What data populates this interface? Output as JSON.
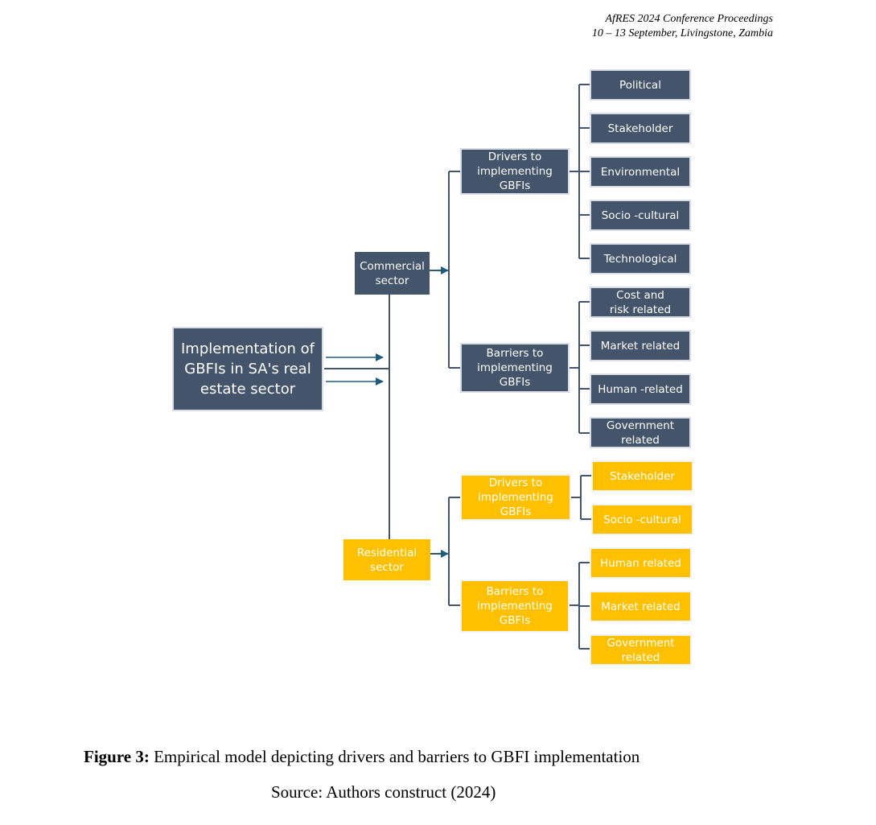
{
  "header": {
    "line1": "AfRES 2024 Conference Proceedings",
    "line2": "10 – 13 September, Livingstone, Zambia"
  },
  "diagram": {
    "root": "Implementation of GBFIs in SA's real estate sector",
    "commercial": {
      "label": "Commercial sector",
      "drivers": {
        "label": "Drivers to implementing GBFIs",
        "items": [
          "Political",
          "Stakeholder",
          "Environmental",
          "Socio -cultural",
          "Technological"
        ]
      },
      "barriers": {
        "label": "Barriers to implementing GBFIs",
        "items": [
          "Cost and risk related",
          "Market related",
          "Human -related",
          "Government related"
        ]
      }
    },
    "residential": {
      "label": "Residential sector",
      "drivers": {
        "label": "Drivers to implementing GBFIs",
        "items": [
          "Stakeholder",
          "Socio -cultural"
        ]
      },
      "barriers": {
        "label": "Barriers to implementing GBFIs",
        "items": [
          "Human related",
          "Market related",
          "Government related"
        ]
      }
    },
    "colors": {
      "commercial": "#44546a",
      "residential": "#ffc000",
      "connector": "#44546a",
      "arrow": "#1f5c7a"
    }
  },
  "caption": {
    "label": "Figure 3:",
    "text": " Empirical model depicting drivers and barriers to GBFI implementation",
    "source": "Source: Authors construct (2024)"
  }
}
